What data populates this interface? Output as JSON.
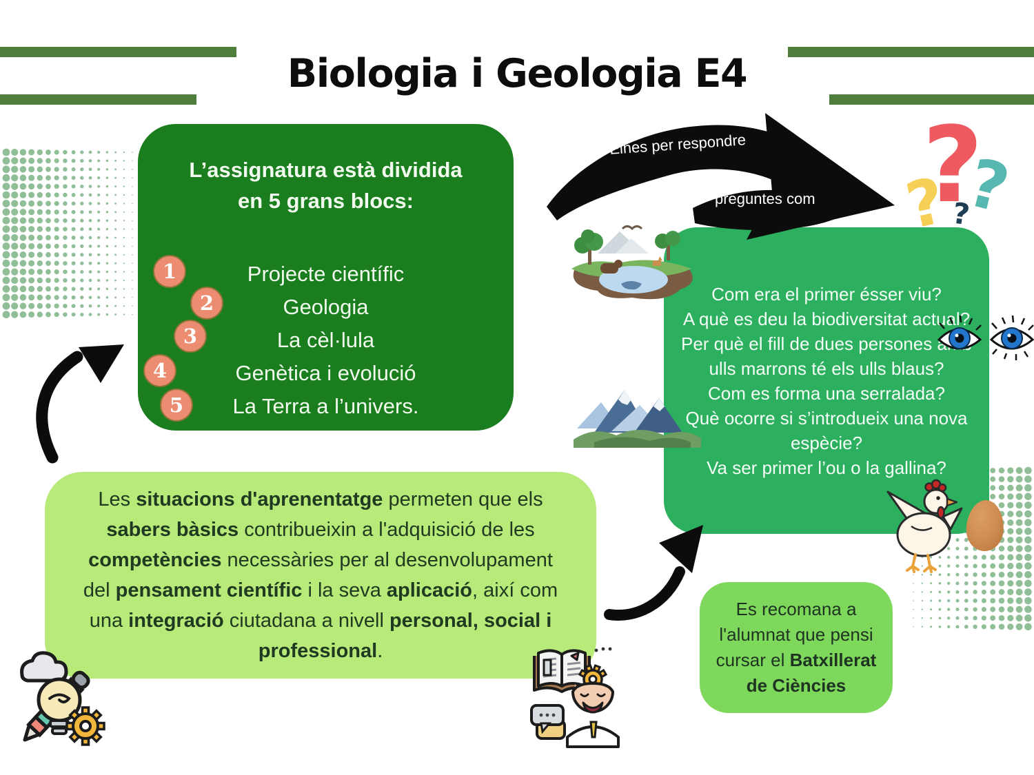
{
  "title": "Biologia i Geologia E4",
  "colors": {
    "bar_green": "#4e7e3c",
    "dark_green_block": "#1a7d1e",
    "mid_green_block": "#2cb05f",
    "light_green_block": "#b7ea79",
    "recommend_green_block": "#7ed85b",
    "badge_coral": "#ec8d71",
    "dots_green": "#8fbe97",
    "qmark_red": "#ee5a5f",
    "qmark_teal": "#56b8b0",
    "qmark_yellow": "#f5cf56",
    "qmark_navy": "#1d3d52",
    "arrow_black": "#0c0c0c"
  },
  "intro_block": {
    "heading_line1": "L’assignatura està dividida",
    "heading_line2": "en 5 grans blocs:",
    "items": [
      {
        "num": "1",
        "label": "Projecte científic"
      },
      {
        "num": "2",
        "label": "Geologia"
      },
      {
        "num": "3",
        "label": "La cèl·lula"
      },
      {
        "num": "4",
        "label": "Genètica i evolució"
      },
      {
        "num": "5",
        "label": "La Terra a l’univers."
      }
    ]
  },
  "arrow_caption": {
    "line1": "Eines per respondre",
    "line2": "preguntes com"
  },
  "questions_block": {
    "questions": [
      "Com era el primer ésser viu?",
      "A què es deu la biodiversitat actual?",
      "Per què el fill de dues persones amb ulls marrons té els ulls blaus?",
      "Com es forma una serralada?",
      "Què ocorre si s’introdueix una nova espècie?",
      "Va ser primer l’ou o la gallina?"
    ]
  },
  "learning_block": {
    "segments": [
      {
        "text": "Les ",
        "bold": false
      },
      {
        "text": "situacions d'aprenentatge",
        "bold": true
      },
      {
        "text": " permeten que els ",
        "bold": false
      },
      {
        "text": "sabers bàsics",
        "bold": true
      },
      {
        "text": " contribueixin a l'adquisició de les ",
        "bold": false
      },
      {
        "text": "competències",
        "bold": true
      },
      {
        "text": " necessàries per al desenvolupament del ",
        "bold": false
      },
      {
        "text": "pensament científic",
        "bold": true
      },
      {
        "text": " i la seva ",
        "bold": false
      },
      {
        "text": "aplicació",
        "bold": true
      },
      {
        "text": ", així com una  ",
        "bold": false
      },
      {
        "text": "integració",
        "bold": true
      },
      {
        "text": " ciutadana a nivell ",
        "bold": false
      },
      {
        "text": "personal, social i professional",
        "bold": true
      },
      {
        "text": ".",
        "bold": false
      }
    ]
  },
  "recommend_block": {
    "segments": [
      {
        "text": "Es recomana a l'alumnat que pensi cursar el ",
        "bold": false
      },
      {
        "text": "Batxillerat de Ciències",
        "bold": true
      }
    ]
  },
  "icons": {
    "idea": "idea-lightbulb-pencil-gear-icon",
    "learning": "book-thinking-person-icon",
    "ecosystem": "ecosystem-island-illustration",
    "mountains": "mountain-range-illustration",
    "eyes": "blue-eyes-illustration",
    "chicken": "chicken-illustration",
    "egg": "egg-illustration",
    "question_marks": "question-marks-cluster",
    "arrow_top": "curved-arrow-to-questions",
    "arrow_left": "curved-arrow-to-blocks",
    "arrow_bottom": "curved-arrow-to-questions-lower"
  }
}
